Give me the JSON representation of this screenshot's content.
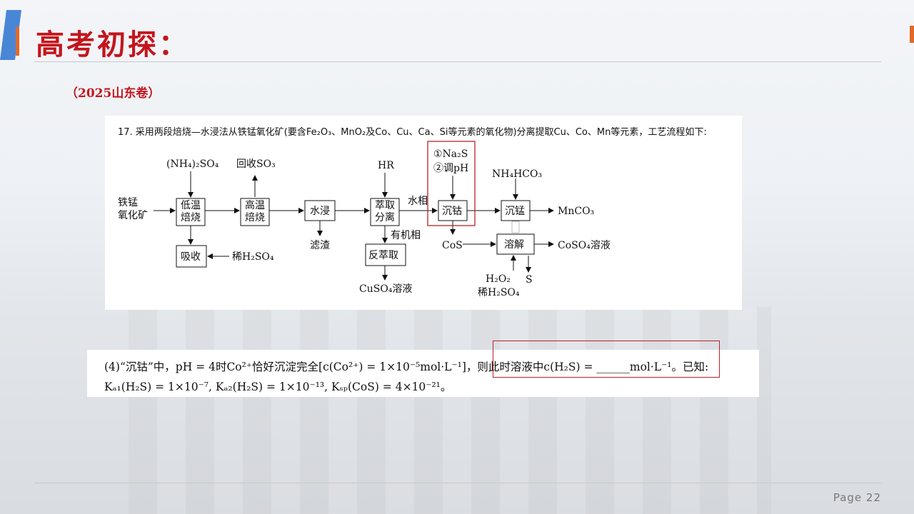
{
  "slide": {
    "title": "高考初探：",
    "subtitle": "（2025山东卷）",
    "page_number": "Page 22"
  },
  "problem": {
    "intro": "17. 采用两段焙烧—水浸法从铁锰氧化矿(要含Fe₂O₃、MnO₂及Co、Cu、Ca、Si等元素的氧化物)分离提取Cu、Co、Mn等元素，工艺流程如下:",
    "flow": {
      "raw_material_line1": "铁锰",
      "raw_material_line2": "氧化矿",
      "reagent_nh4so4": "(NH₄)₂SO₄",
      "step_low_temp_line1": "低温",
      "step_low_temp_line2": "焙烧",
      "step_high_temp_line1": "高温",
      "step_high_temp_line2": "焙烧",
      "recover_so3": "回收SO₃",
      "step_absorb": "吸收",
      "reagent_dilute_h2so4": "稀H₂SO₄",
      "step_water_leach": "水浸",
      "residue": "滤渣",
      "reagent_hr": "HR",
      "step_extract_line1": "萃取",
      "step_extract_line2": "分离",
      "aqueous_phase": "水相",
      "organic_phase": "有机相",
      "step_back_extract": "反萃取",
      "product_cuso4": "CuSO₄溶液",
      "reagent_na2s": "①Na₂S",
      "reagent_ph": "②调pH",
      "step_precip_co": "沉钴",
      "product_cos": "CoS",
      "reagent_nh4hco3": "NH₄HCO₃",
      "step_precip_mn": "沉锰",
      "product_mnco3": "MnCO₃",
      "step_dissolve": "溶解",
      "product_coso4": "CoSO₄溶液",
      "reagent_h2o2": "H₂O₂",
      "reagent_dilute_h2so4_2": "稀H₂SO₄",
      "product_s": "S"
    }
  },
  "question": {
    "line1": "(4)“沉钴”中，pH = 4时Co²⁺恰好沉淀完全[c(Co²⁺) = 1×10⁻⁵mol·L⁻¹]，则此时溶液中c(H₂S) = ______mol·L⁻¹。已知:",
    "line2": "Kₐ₁(H₂S) = 1×10⁻⁷, Kₐ₂(H₂S) = 1×10⁻¹³, Kₛₚ(CoS) = 4×10⁻²¹。"
  },
  "colors": {
    "title_red": "#c4151c",
    "accent_blue": "#4a86d6",
    "accent_orange": "#e06a2a",
    "highlight_red": "#b8232a"
  }
}
